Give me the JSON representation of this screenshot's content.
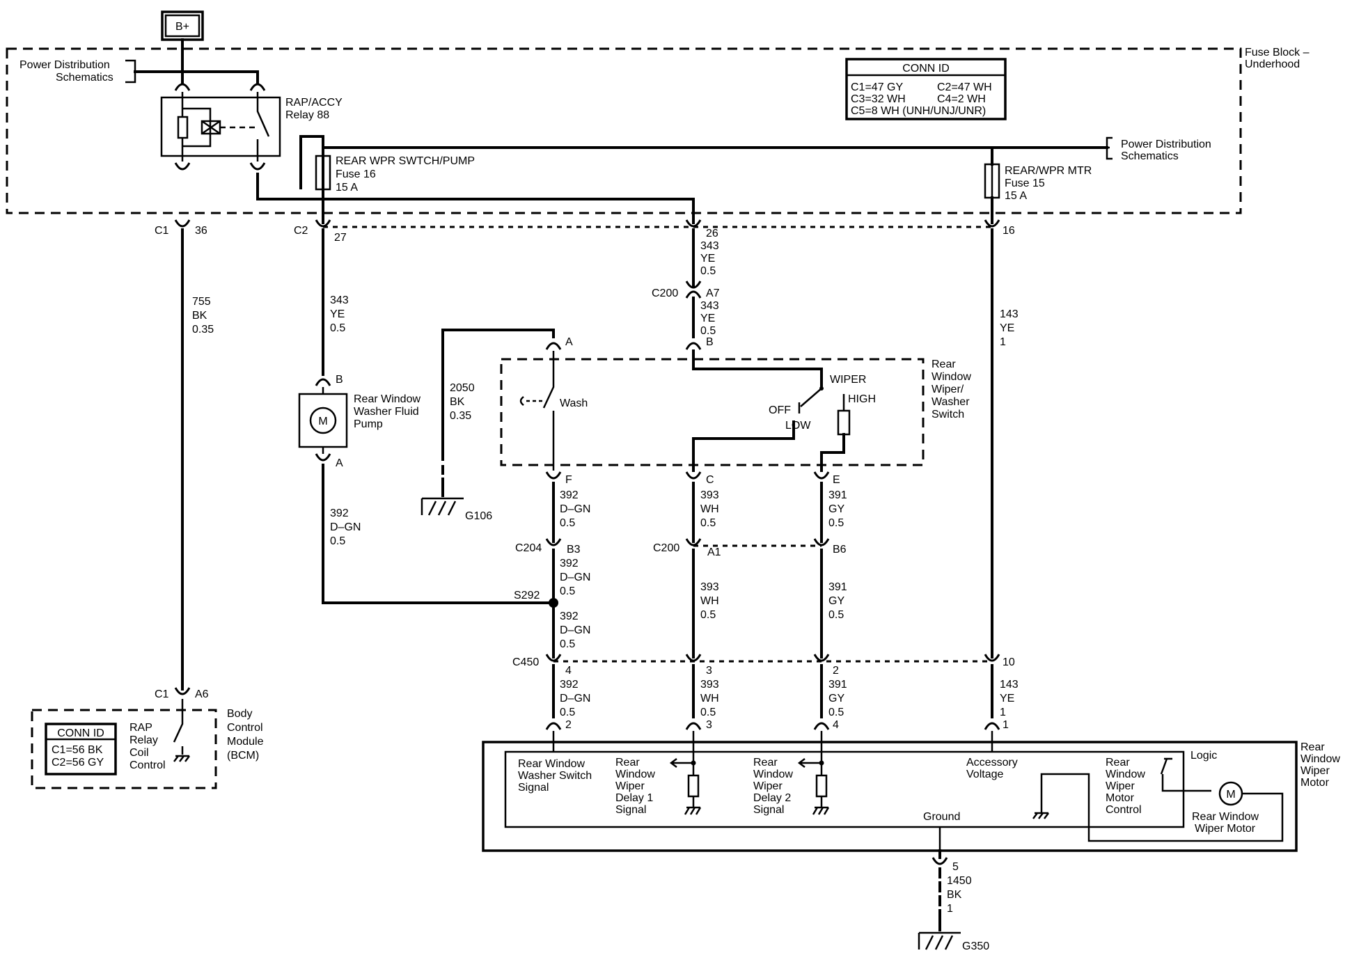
{
  "battery": "B+",
  "fuse_block": {
    "title_line1": "Fuse Block –",
    "title_line2": "Underhood"
  },
  "power_dist_1": {
    "line1": "Power Distribution",
    "line2": "Schematics"
  },
  "power_dist_2": {
    "line1": "Power Distribution",
    "line2": "Schematics"
  },
  "relay": {
    "line1": "RAP/ACCY",
    "line2": "Relay 88"
  },
  "conn_id_fuse": {
    "title": "CONN ID",
    "c1": "C1=47 GY",
    "c2": "C2=47 WH",
    "c3": "C3=32 WH",
    "c4": "C4=2 WH",
    "c5": "C5=8 WH (UNH/UNJ/UNR)"
  },
  "fuse16": {
    "name": "REAR WPR SWTCH/PUMP",
    "fuse": "Fuse 16",
    "amps": "15 A"
  },
  "fuse15": {
    "name": "REAR/WPR MTR",
    "fuse": "Fuse 15",
    "amps": "15 A"
  },
  "labels": {
    "c1": "C1",
    "c1_36": "36",
    "c2": "C2",
    "c2_27": "27",
    "c2_26": "26",
    "c2_16": "16",
    "c200_top": "C200",
    "a7": "A7",
    "pin_b_sw": "B",
    "pin_b_pump": "B",
    "pin_a_pump": "A",
    "pin_a_sw": "A",
    "pin_f": "F",
    "pin_c": "C",
    "pin_e": "E",
    "c204": "C204",
    "b3": "B3",
    "c200_mid": "C200",
    "a1": "A1",
    "b6": "B6",
    "s292": "S292",
    "c450": "C450",
    "p4": "4",
    "p3": "3",
    "p2": "2",
    "p10": "10",
    "m2": "2",
    "m3": "3",
    "m4": "4",
    "m1": "1",
    "m5": "5",
    "bcm_c1": "C1",
    "bcm_a6": "A6",
    "g106": "G106",
    "g350": "G350"
  },
  "wires": {
    "w755": [
      "755",
      "BK",
      "0.35"
    ],
    "w343_left": [
      "343",
      "YE",
      "0.5"
    ],
    "w343_mid1": [
      "343",
      "YE",
      "0.5"
    ],
    "w343_mid2": [
      "343",
      "YE",
      "0.5"
    ],
    "w143_top": [
      "143",
      "YE",
      "1"
    ],
    "w2050": [
      "2050",
      "BK",
      "0.35"
    ],
    "w392_pump": [
      "392",
      "D–GN",
      "0.5"
    ],
    "w392_a": [
      "392",
      "D–GN",
      "0.5"
    ],
    "w392_b": [
      "392",
      "D–GN",
      "0.5"
    ],
    "w392_c": [
      "392",
      "D–GN",
      "0.5"
    ],
    "w392_d": [
      "392",
      "D–GN",
      "0.5"
    ],
    "w393_a": [
      "393",
      "WH",
      "0.5"
    ],
    "w393_b": [
      "393",
      "WH",
      "0.5"
    ],
    "w393_c": [
      "393",
      "WH",
      "0.5"
    ],
    "w391_a": [
      "391",
      "GY",
      "0.5"
    ],
    "w391_b": [
      "391",
      "GY",
      "0.5"
    ],
    "w391_c": [
      "391",
      "GY",
      "0.5"
    ],
    "w143_bot": [
      "143",
      "YE",
      "1"
    ],
    "w1450": [
      "1450",
      "BK",
      "1"
    ]
  },
  "pump": {
    "symbol": "M",
    "line1": "Rear Window",
    "line2": "Washer Fluid",
    "line3": "Pump"
  },
  "switch": {
    "line1": "Rear",
    "line2": "Window",
    "line3": "Wiper/",
    "line4": "Washer",
    "line5": "Switch",
    "wash": "Wash",
    "wiper": "WIPER",
    "off": "OFF",
    "low": "LOW",
    "high": "HIGH"
  },
  "bcm": {
    "conn_title": "CONN ID",
    "c1": "C1=56 BK",
    "c2": "C2=56 GY",
    "rap1": "RAP",
    "rap2": "Relay",
    "rap3": "Coil",
    "rap4": "Control",
    "name1": "Body",
    "name2": "Control",
    "name3": "Module",
    "name4": "(BCM)"
  },
  "motor": {
    "name1": "Rear",
    "name2": "Window",
    "name3": "Wiper",
    "name4": "Motor",
    "logic": "Logic",
    "washer_sig": [
      "Rear Window",
      "Washer Switch",
      "Signal"
    ],
    "delay1": [
      "Rear",
      "Window",
      "Wiper",
      "Delay 1",
      "Signal"
    ],
    "delay2": [
      "Rear",
      "Window",
      "Wiper",
      "Delay 2",
      "Signal"
    ],
    "accessory": [
      "Accessory",
      "Voltage"
    ],
    "ground": "Ground",
    "motor_ctrl": [
      "Rear",
      "Window",
      "Wiper",
      "Motor",
      "Control"
    ],
    "motor_symbol": "M",
    "motor_label": [
      "Rear Window",
      "Wiper Motor"
    ]
  }
}
